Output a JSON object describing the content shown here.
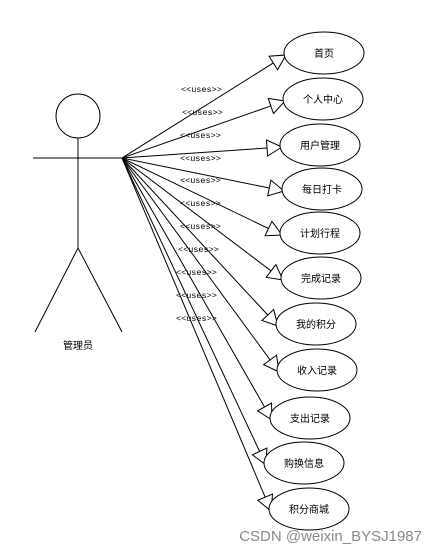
{
  "actor": {
    "name": "管理员"
  },
  "stereotype": "<<uses>>",
  "use_cases": [
    "首页",
    "个人中心",
    "用户管理",
    "每日打卡",
    "计划行程",
    "完成记录",
    "我的积分",
    "收入记录",
    "支出记录",
    "购换信息",
    "积分商城"
  ],
  "watermark": "CSDN @weixin_BYSJ1987"
}
